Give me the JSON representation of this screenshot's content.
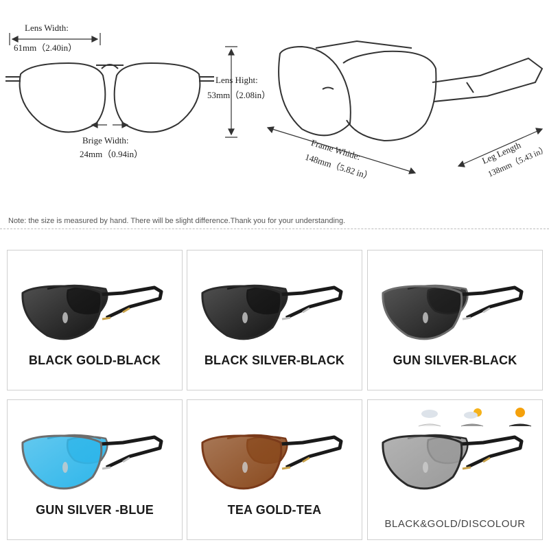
{
  "dimensions": {
    "lens_width_label": "Lens Width:",
    "lens_width_value": "61mm（2.40in）",
    "lens_height_label": "Lens Hight:",
    "lens_height_value": "53mm（2.08in）",
    "bridge_width_label": "Brige Width:",
    "bridge_width_value": "24mm（0.94in）",
    "frame_width_label": "Frame Whide:",
    "frame_width_value": "148mm（5.82 in）",
    "leg_length_label": "Leg Length",
    "leg_length_value": "138mm（5.43 in）"
  },
  "note": "Note: the size is measured by hand. There will be slight difference.Thank you for your understanding.",
  "variants": [
    {
      "name": "BLACK GOLD-BLACK",
      "lens_color": "#151515",
      "frame_color": "#2a2a2a",
      "accent_color": "#c9a24a"
    },
    {
      "name": "BLACK SILVER-BLACK",
      "lens_color": "#151515",
      "frame_color": "#2a2a2a",
      "accent_color": "#bfbfbf"
    },
    {
      "name": "GUN SILVER-BLACK",
      "lens_color": "#1c1c1c",
      "frame_color": "#6d6d6d",
      "accent_color": "#c0c0c0"
    },
    {
      "name": "GUN SILVER -BLUE",
      "lens_color": "#2fb6ea",
      "frame_color": "#6d6d6d",
      "accent_color": "#c0c0c0"
    },
    {
      "name": "TEA GOLD-TEA",
      "lens_color": "#8a4a1e",
      "frame_color": "#7a3a1a",
      "accent_color": "#c9a24a"
    },
    {
      "name": "BLACK&GOLD/DISCOLOUR",
      "lens_color": "#9a9a9a",
      "frame_color": "#2a2a2a",
      "accent_color": "#c9a24a"
    }
  ]
}
